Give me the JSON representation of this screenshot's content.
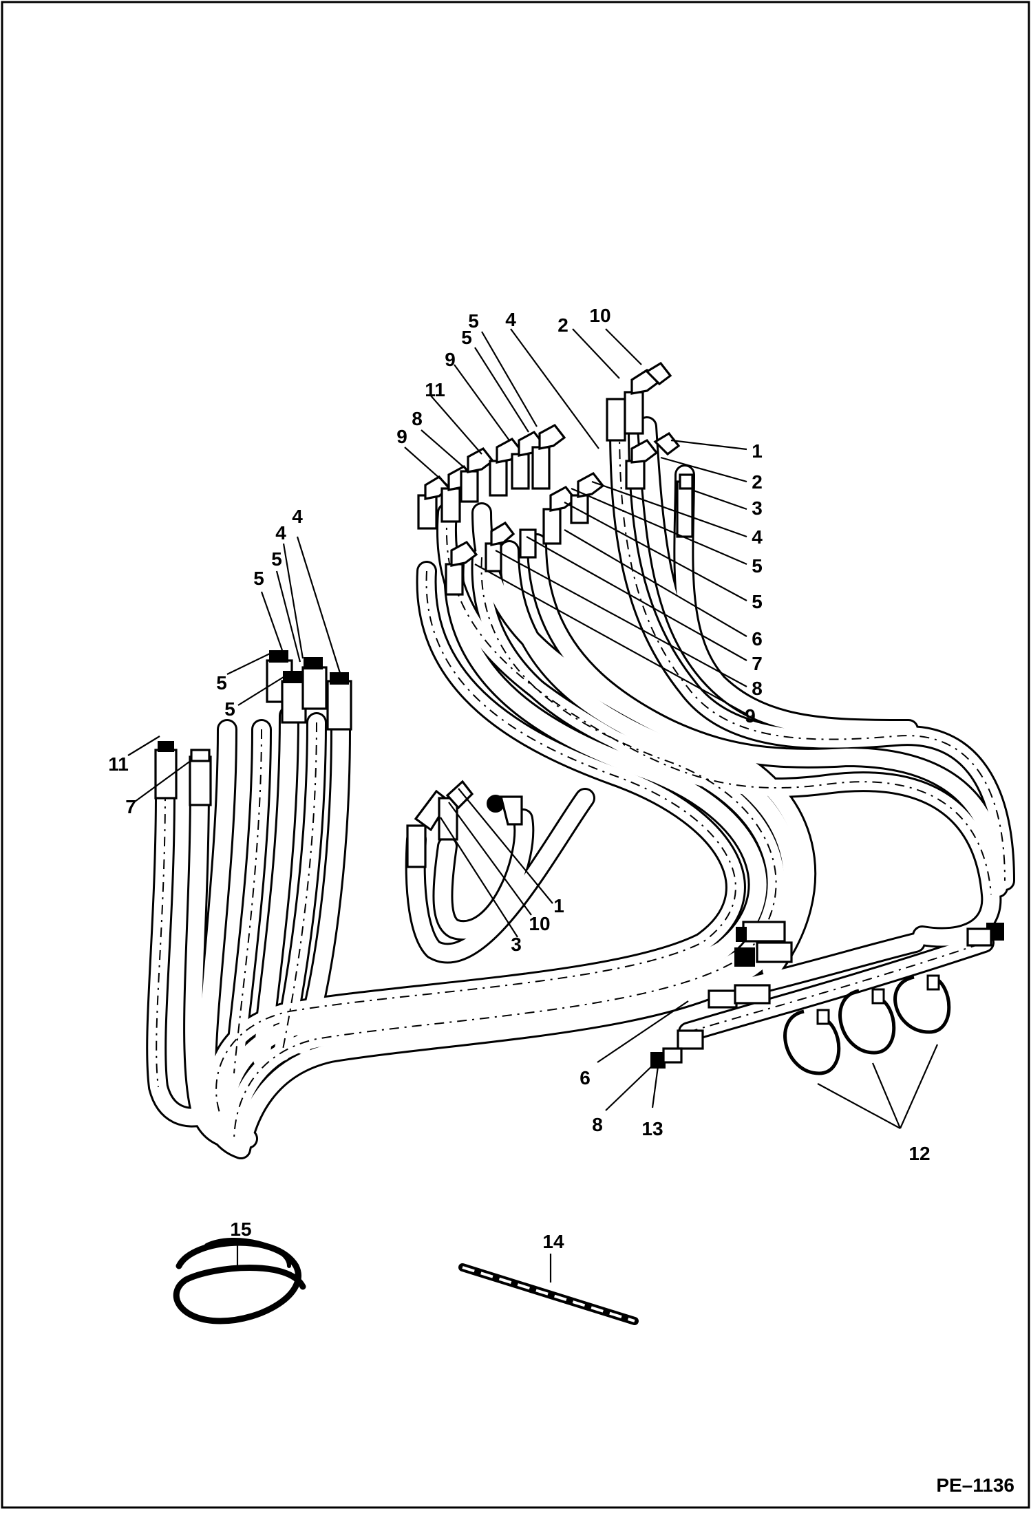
{
  "diagram": {
    "figure_code": "PE–1136",
    "callouts": [
      {
        "id": "top-5a",
        "text": "5"
      },
      {
        "id": "top-4a",
        "text": "4"
      },
      {
        "id": "top-2a",
        "text": "2"
      },
      {
        "id": "top-10a",
        "text": "10"
      },
      {
        "id": "top-5b",
        "text": "5"
      },
      {
        "id": "top-9a",
        "text": "9"
      },
      {
        "id": "top-11a",
        "text": "11"
      },
      {
        "id": "top-8a",
        "text": "8"
      },
      {
        "id": "top-9b",
        "text": "9"
      },
      {
        "id": "right-1",
        "text": "1"
      },
      {
        "id": "right-2",
        "text": "2"
      },
      {
        "id": "right-3",
        "text": "3"
      },
      {
        "id": "right-4",
        "text": "4"
      },
      {
        "id": "right-5a",
        "text": "5"
      },
      {
        "id": "right-5b",
        "text": "5"
      },
      {
        "id": "right-6",
        "text": "6"
      },
      {
        "id": "right-7",
        "text": "7"
      },
      {
        "id": "right-8",
        "text": "8"
      },
      {
        "id": "right-9",
        "text": "9"
      },
      {
        "id": "left-4a",
        "text": "4"
      },
      {
        "id": "left-4b",
        "text": "4"
      },
      {
        "id": "left-5a",
        "text": "5"
      },
      {
        "id": "left-5b",
        "text": "5"
      },
      {
        "id": "left-5c",
        "text": "5"
      },
      {
        "id": "left-5d",
        "text": "5"
      },
      {
        "id": "left-11",
        "text": "11"
      },
      {
        "id": "left-7",
        "text": "7"
      },
      {
        "id": "mid-1",
        "text": "1"
      },
      {
        "id": "mid-10",
        "text": "10"
      },
      {
        "id": "mid-3",
        "text": "3"
      },
      {
        "id": "bot-6",
        "text": "6"
      },
      {
        "id": "bot-8",
        "text": "8"
      },
      {
        "id": "bot-13",
        "text": "13"
      },
      {
        "id": "bot-12",
        "text": "12"
      },
      {
        "id": "bot-15",
        "text": "15"
      },
      {
        "id": "bot-14",
        "text": "14"
      }
    ]
  }
}
